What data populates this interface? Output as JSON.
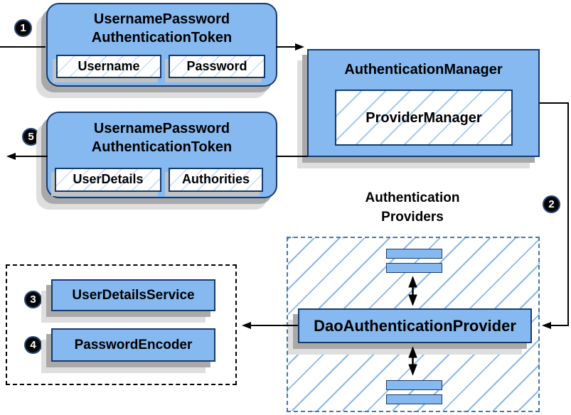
{
  "token_request": {
    "title1": "UsernamePassword",
    "title2": "AuthenticationToken",
    "field1": "Username",
    "field2": "Password"
  },
  "token_result": {
    "title1": "UsernamePassword",
    "title2": "AuthenticationToken",
    "field1": "UserDetails",
    "field2": "Authorities"
  },
  "auth_manager": {
    "title": "AuthenticationManager",
    "inner": "ProviderManager"
  },
  "providers": {
    "label1": "Authentication",
    "label2": "Providers",
    "dao": "DaoAuthenticationProvider"
  },
  "services": {
    "user_details_service": "UserDetailsService",
    "password_encoder": "PasswordEncoder"
  },
  "steps": {
    "s1": "1",
    "s2": "2",
    "s3": "3",
    "s4": "4",
    "s5": "5"
  },
  "colors": {
    "node_fill": "#85b9f0",
    "node_border": "#163a6d",
    "hatch_line": "#a6cbf2",
    "dashed_blue_border": "#4077b0",
    "dashed_black_border": "#000000",
    "shadow_dark": "#a9a9a9",
    "shadow_light": "#dedede",
    "connector": "#000000",
    "step_marker_bg": "#060606",
    "step_marker_text": "#ffffff"
  }
}
